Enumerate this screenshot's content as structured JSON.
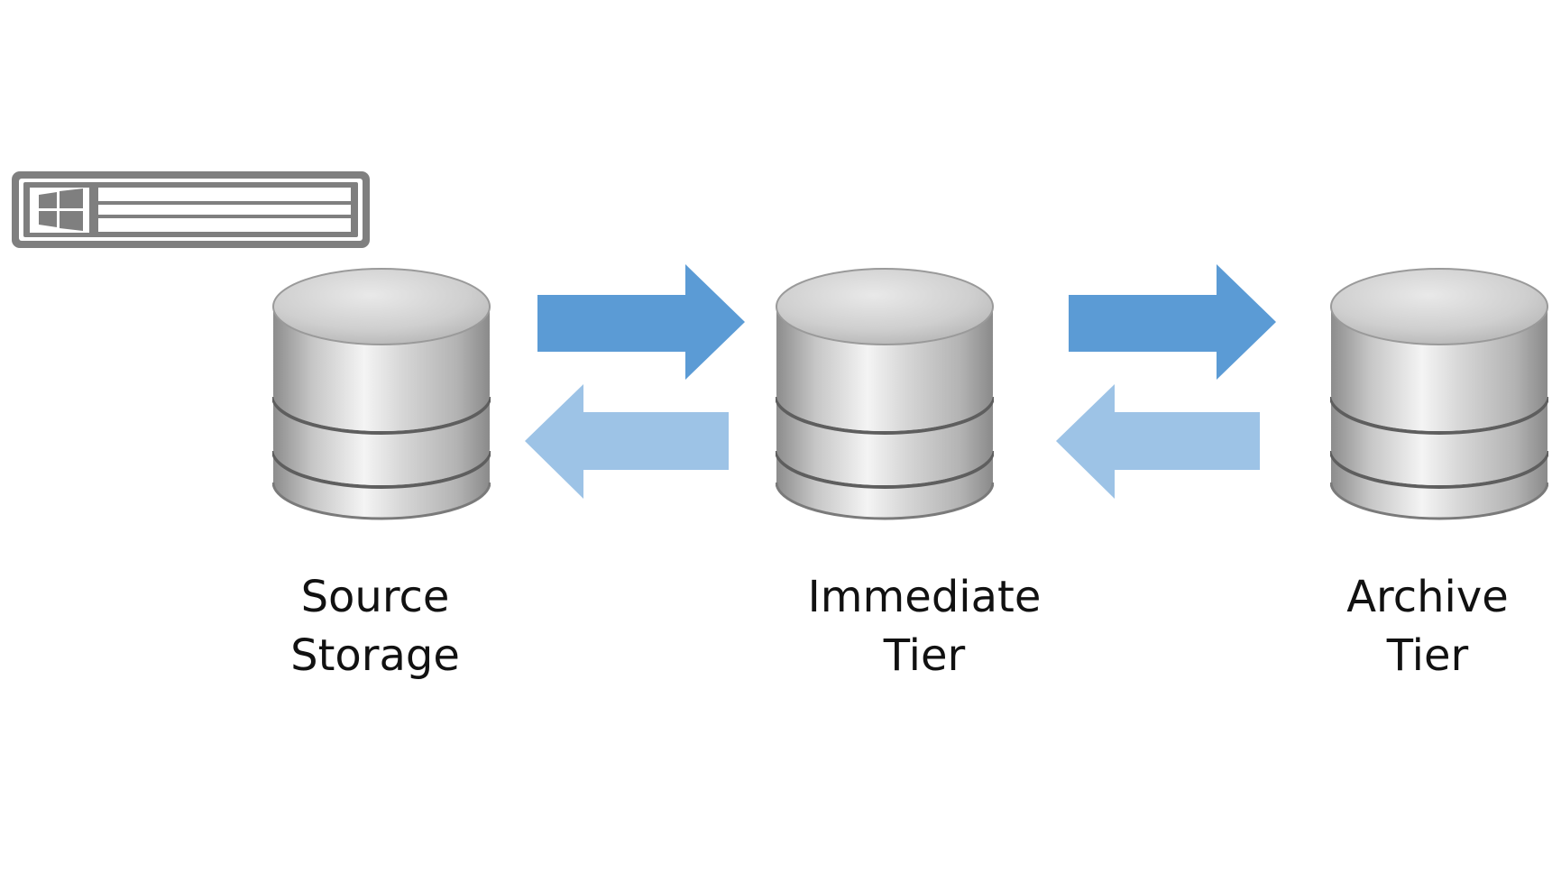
{
  "diagram": {
    "tiers": [
      {
        "label_line1": "Source",
        "label_line2": "Storage"
      },
      {
        "label_line1": "Immediate",
        "label_line2": "Tier"
      },
      {
        "label_line1": "Archive",
        "label_line2": "Tier"
      }
    ],
    "server_icon": "windows-server-icon",
    "database_icon": "database-icon",
    "colors": {
      "arrow_forward": "#5b9bd5",
      "arrow_backward": "#9dc3e6",
      "server_outline": "#7f7f7f"
    }
  }
}
